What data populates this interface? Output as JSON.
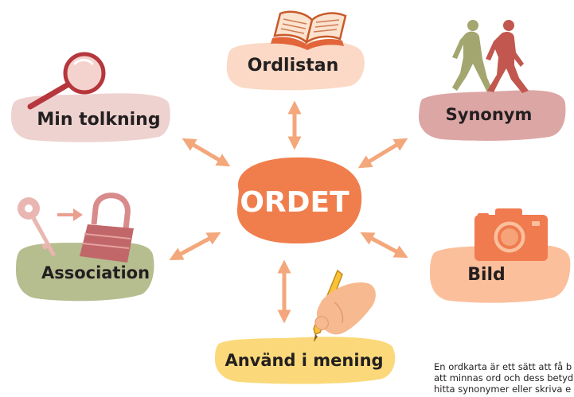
{
  "center": {
    "label": "ORDET",
    "color": "#f07e4d"
  },
  "nodes": [
    {
      "id": "ordlistan",
      "label": "Ordlistan",
      "icon": "open-book-icon",
      "color": "#fbd9c6"
    },
    {
      "id": "synonym",
      "label": "Synonym",
      "icon": "walking-people-icon",
      "color": "#dca6a5"
    },
    {
      "id": "bild",
      "label": "Bild",
      "icon": "camera-icon",
      "color": "#fbbf9c"
    },
    {
      "id": "anvand",
      "label": "Använd i mening",
      "icon": "writing-hand-icon",
      "color": "#fbd97a"
    },
    {
      "id": "association",
      "label": "Association",
      "icon": "key-lock-icon",
      "color": "#b6bd8f"
    },
    {
      "id": "tolkning",
      "label": "Min tolkning",
      "icon": "magnifier-icon",
      "color": "#eed2cf"
    }
  ],
  "arrow_color": "#f3a77b",
  "caption": {
    "lines": [
      "En ordkarta är ett sätt att få b",
      "att minnas ord och dess betyd",
      "hitta synonymer eller skriva e"
    ]
  }
}
